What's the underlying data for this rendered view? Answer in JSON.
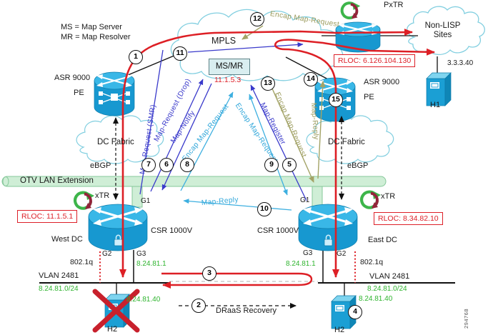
{
  "legend": {
    "ms": "MS = Map Server",
    "mr": "MR = Map Resolver"
  },
  "figure_number": "294768",
  "clouds": {
    "mpls": "MPLS",
    "non_lisp_line1": "Non-LISP",
    "non_lisp_line2": "Sites",
    "dc_fabric_west": "DC Fabric",
    "dc_fabric_east": "DC Fabric"
  },
  "devices": {
    "asr_west_name": "ASR 9000",
    "asr_west_role": "PE",
    "asr_east_name": "ASR 9000",
    "asr_east_role": "PE",
    "pxtr_label": "PxTR",
    "xtr_west_label": "xTR",
    "xtr_east_label": "xTR",
    "msmr_label": "MS/MR",
    "msmr_ip": "11.1.5.3",
    "csr_west": "CSR 1000V",
    "csr_east": "CSR 1000V",
    "h1_label": "H1",
    "h1_ip": "3.3.3.40",
    "h2_west_label": "H2",
    "h2_east_label": "H2"
  },
  "sites": {
    "west": "West DC",
    "east": "East DC"
  },
  "rloc": {
    "west": "RLOC: 11.1.5.1",
    "east": "RLOC: 8.34.82.10",
    "pxtr": "RLOC: 6.126.104.130"
  },
  "otv_label": "OTV LAN Extension",
  "routing": {
    "ebgp_west": "eBGP",
    "ebgp_east": "eBGP"
  },
  "interfaces": {
    "g1_west": "G1",
    "g1_east": "G1",
    "g2_west": "G2",
    "g3_west": "G3",
    "g2_east": "G2",
    "g3_east": "G3"
  },
  "lan": {
    "vlan_west": "VLAN 2481",
    "vlan_east": "VLAN 2481",
    "subnet_west": "8.24.81.0/24",
    "subnet_east": "8.24.81.0/24",
    "dot1q_west": "802.1q",
    "dot1q_east": "802.1q",
    "svi_west": "8.24.81.1",
    "svi_east": "8.24.81.1",
    "host_ip_west": "8.24.81.40",
    "host_ip_east": "8.24.81.40"
  },
  "messages": {
    "map_request_smr": "Map-Request (SMR)",
    "map_request_drop": "Map-Request (Drop)",
    "map_notify": "Map-Notify",
    "encap_map_request_west": "Encap Map-Request",
    "encap_map_request_east": "Encap Map-Request",
    "map_register": "Map-Register",
    "encap_map_request_olive": "Encap Map-Request",
    "map_reply_east": "Map-Reply",
    "encap_map_request_top": "Encap Map-Request",
    "map_reply_bottom": "Map-Reply",
    "draas_recovery": "DRaaS Recovery"
  },
  "steps": {
    "s1": "1",
    "s2": "2",
    "s3": "3",
    "s4": "4",
    "s5": "5",
    "s6": "6",
    "s7": "7",
    "s8": "8",
    "s9": "9",
    "s10": "10",
    "s11": "11",
    "s12": "12",
    "s13": "13",
    "s14": "14",
    "s15": "15"
  },
  "colors": {
    "red": "#dd1f25",
    "blue": "#3a3acb",
    "cyan": "#3dafe0",
    "olive": "#a3a366",
    "green_text": "#2eb42e",
    "otv_bar": "#cfeed6"
  }
}
